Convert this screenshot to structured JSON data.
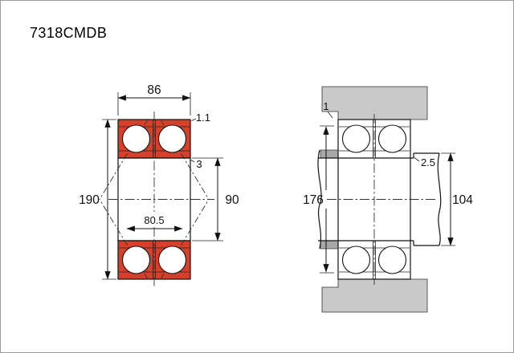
{
  "title": "7318CMDB",
  "colors": {
    "ring": "#d6402b",
    "housing": "#c9c9c9",
    "shoulder": "#a8a8a8"
  },
  "left_view": {
    "description": "bearing cross-section",
    "dims": {
      "width": "86",
      "outer_diameter": "190",
      "bore_diameter": "90",
      "load_center_distance": "80.5",
      "outer_ring_chamfer": "1.1",
      "inner_ring_chamfer": "3"
    }
  },
  "right_view": {
    "description": "mounting arrangement",
    "dims": {
      "housing_fillet": "1",
      "shaft_fillet": "2.5",
      "housing_abutment_diameter": "176",
      "shaft_abutment_diameter": "104"
    }
  }
}
